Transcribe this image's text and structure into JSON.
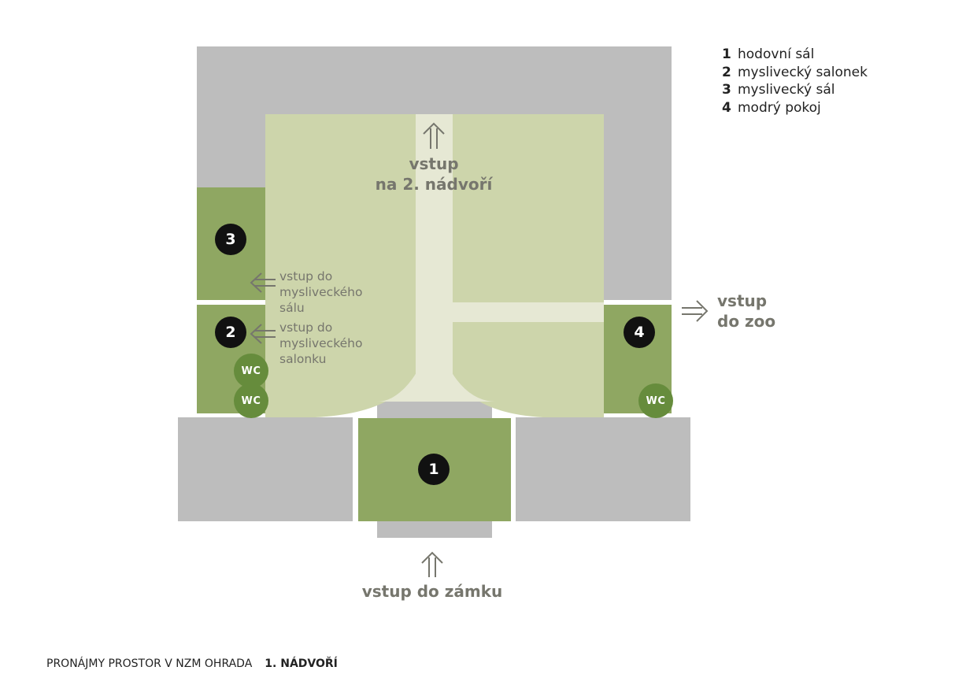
{
  "legend": [
    {
      "num": "1",
      "label": "hodovní sál"
    },
    {
      "num": "2",
      "label": "myslivecký salonek"
    },
    {
      "num": "3",
      "label": "myslivecký sál"
    },
    {
      "num": "4",
      "label": "modrý pokoj"
    }
  ],
  "labels": {
    "courtyard2_line1": "vstup",
    "courtyard2_line2": "na 2. nádvoří",
    "zoo_line1": "vstup",
    "zoo_line2": "do zoo",
    "castle": "vstup do zámku",
    "hall3_line1": "vstup do",
    "hall3_line2": "mysliveckého",
    "hall3_line3": "sálu",
    "salon2_line1": "vstup do",
    "salon2_line2": "mysliveckého",
    "salon2_line3": "salonku"
  },
  "badges": {
    "b1": "1",
    "b2": "2",
    "b3": "3",
    "b4": "4"
  },
  "wc_label": "WC",
  "footer": {
    "title": "PRONÁJMY PROSTOR V NZM OHRADA",
    "section": "1. NÁDVOŘÍ"
  },
  "colors": {
    "building": "#bdbdbd",
    "courtyard": "#cdd5ab",
    "path": "#e6e8d4",
    "room": "#8fa762",
    "badge": "#111111",
    "wc": "#668c3c",
    "text": "#76766d"
  }
}
